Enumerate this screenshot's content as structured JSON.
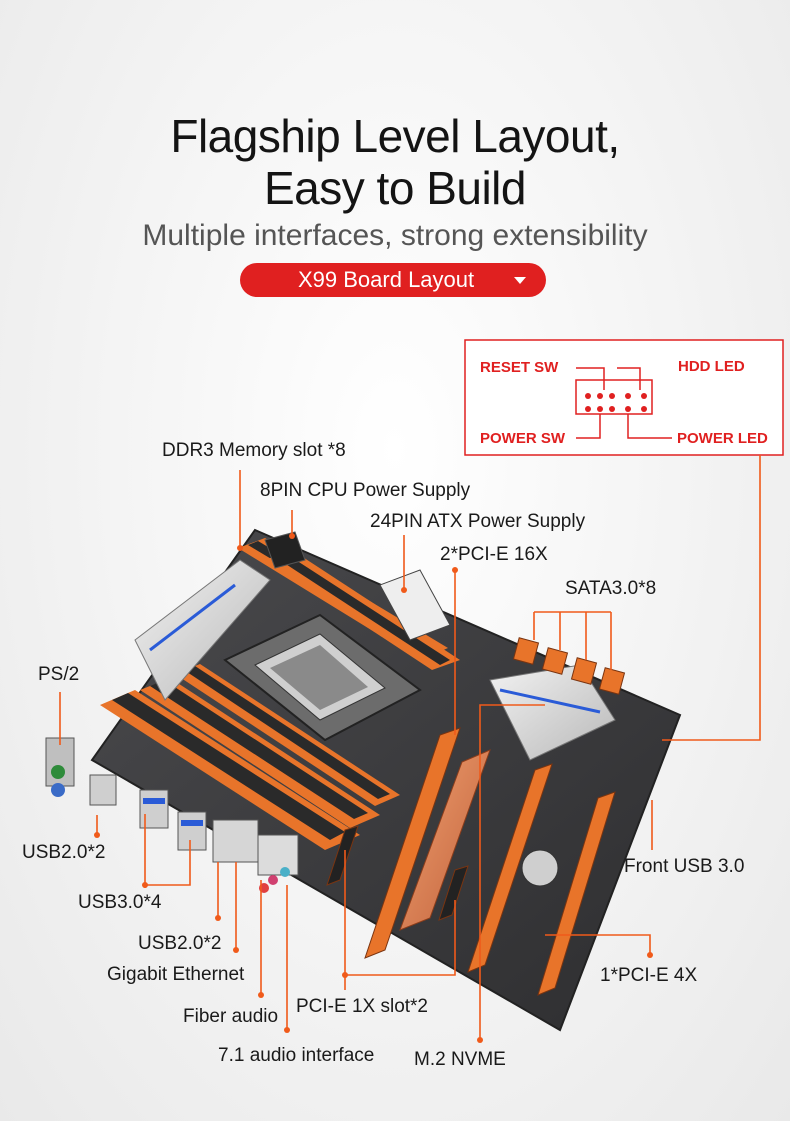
{
  "header": {
    "title_line1": "Flagship Level Layout,",
    "title_line2": "Easy to Build",
    "subtitle": "Multiple interfaces, strong extensibility",
    "button_label": "X99 Board Layout"
  },
  "front_panel": {
    "reset_sw": "RESET SW",
    "hdd_led": "HDD  LED",
    "power_sw": "POWER SW",
    "power_led": "POWER LED"
  },
  "labels": {
    "ddr3": "DDR3 Memory slot *8",
    "cpu_power": "8PIN CPU Power Supply",
    "atx_power": "24PIN ATX Power Supply",
    "pcie16": "2*PCI-E 16X",
    "sata": "SATA3.0*8",
    "ps2": "PS/2",
    "usb20a": "USB2.0*2",
    "usb30": "USB3.0*4",
    "usb20b": "USB2.0*2",
    "gigabit": "Gigabit Ethernet",
    "fiber": "Fiber audio",
    "pcie1x": "PCI-E 1X slot*2",
    "audio71": "7.1 audio interface",
    "m2": "M.2 NVME",
    "front_usb": "Front USB 3.0",
    "pcie4x": "1*PCI-E 4X"
  },
  "colors": {
    "accent": "#e02020",
    "leader": "#f05a1a",
    "slot_orange": "#e8742a",
    "pcb": "#3a3a3c"
  }
}
